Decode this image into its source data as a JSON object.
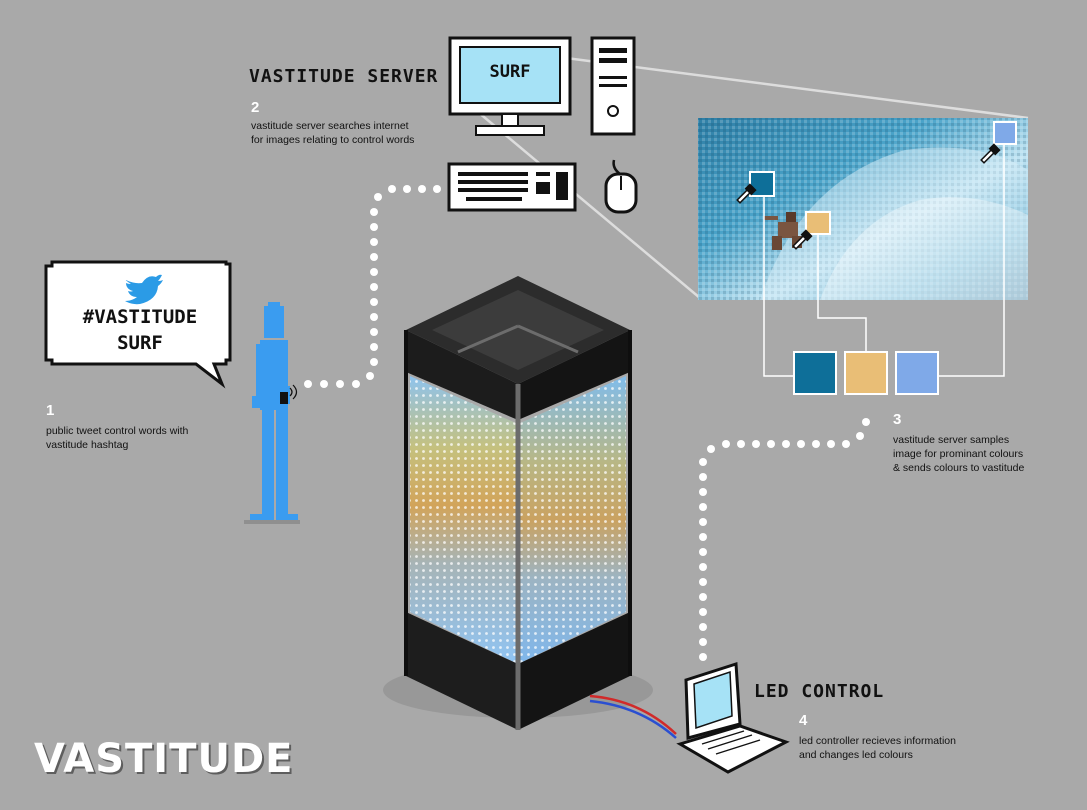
{
  "colors": {
    "background": "#a9a9a9",
    "bird_blue": "#2b9be6",
    "figure_blue": "#3a9cf0",
    "swatch_teal": "#0e6f99",
    "swatch_sand": "#e9be76",
    "swatch_lightblue": "#7fa9e8",
    "dots": "#ffffff"
  },
  "brand": {
    "title": "VASTITUDE"
  },
  "tweet": {
    "icon": "twitter-bird-icon",
    "hashtag": "#VASTITUDE",
    "word": "SURF"
  },
  "server": {
    "heading": "VASTITUDE SERVER",
    "screen_word": "SURF",
    "step": "2",
    "lines": [
      "vastitude server searches internet",
      "for images relating to control words"
    ]
  },
  "step1": {
    "step": "1",
    "lines": [
      "public tweet control words with",
      "vastitude hashtag"
    ]
  },
  "step3": {
    "step": "3",
    "lines": [
      "vastitude server samples",
      "image for prominant colours",
      "& sends colours to vastitude"
    ]
  },
  "led": {
    "heading": "LED CONTROL",
    "step": "4",
    "lines": [
      "led controller recieves information",
      "and changes led colours"
    ]
  },
  "icons": {
    "monitor": "monitor-icon",
    "tower": "computer-tower-icon",
    "keyboard": "keyboard-icon",
    "mouse": "mouse-icon",
    "laptop": "laptop-icon",
    "eyedropper": "eyedropper-icon"
  }
}
